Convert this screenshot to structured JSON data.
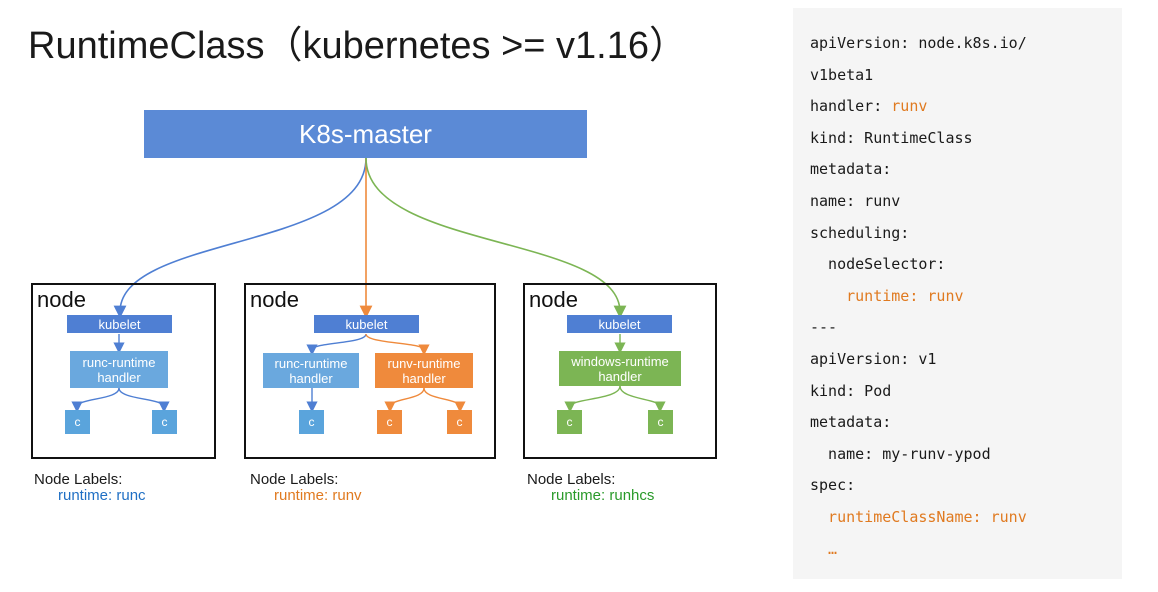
{
  "title": "RuntimeClass（kubernetes >= v1.16）",
  "master_label": "K8s-master",
  "nodes": [
    {
      "label": "node",
      "kubelet": "kubelet",
      "handlers": [
        "runc-runtime handler"
      ],
      "containers": [
        "c",
        "c"
      ],
      "labels_title": "Node Labels:",
      "labels_value": "runtime: runc"
    },
    {
      "label": "node",
      "kubelet": "kubelet",
      "handlers": [
        "runc-runtime handler",
        "runv-runtime handler"
      ],
      "containers": [
        "c",
        "c",
        "c"
      ],
      "labels_title": "Node Labels:",
      "labels_value": "runtime: runv"
    },
    {
      "label": "node",
      "kubelet": "kubelet",
      "handlers": [
        "windows-runtime handler"
      ],
      "containers": [
        "c",
        "c"
      ],
      "labels_title": "Node Labels:",
      "labels_value": "runtime: runhcs"
    }
  ],
  "code_lines": [
    {
      "indent": 0,
      "key": "apiVersion: node.k8s.io/",
      "value": ""
    },
    {
      "indent": 0,
      "key": "v1beta1",
      "value": ""
    },
    {
      "indent": 0,
      "key": "handler: ",
      "value": "runv"
    },
    {
      "indent": 0,
      "key": "kind: RuntimeClass",
      "value": ""
    },
    {
      "indent": 0,
      "key": "metadata:",
      "value": ""
    },
    {
      "indent": 0,
      "key": "name: runv",
      "value": ""
    },
    {
      "indent": 0,
      "key": "scheduling:",
      "value": ""
    },
    {
      "indent": 2,
      "key": "nodeSelector:",
      "value": ""
    },
    {
      "indent": 4,
      "key": "",
      "value": "runtime: runv"
    },
    {
      "indent": 0,
      "key": "---",
      "value": ""
    },
    {
      "indent": 0,
      "key": "apiVersion: v1",
      "value": ""
    },
    {
      "indent": 0,
      "key": "kind: Pod",
      "value": ""
    },
    {
      "indent": 0,
      "key": "metadata:",
      "value": ""
    },
    {
      "indent": 2,
      "key": "name: my-runv-ypod",
      "value": ""
    },
    {
      "indent": 0,
      "key": "spec:",
      "value": ""
    },
    {
      "indent": 2,
      "key": "",
      "value": "runtimeClassName: runv"
    },
    {
      "indent": 2,
      "key": "",
      "value": "…"
    }
  ],
  "colors": {
    "blue": "#4f7fd3",
    "orange": "#ef8a3c",
    "green": "#7cb554",
    "label_blue": "#1f6fc4",
    "label_orange": "#e07a20",
    "label_green": "#2a9a2a"
  }
}
